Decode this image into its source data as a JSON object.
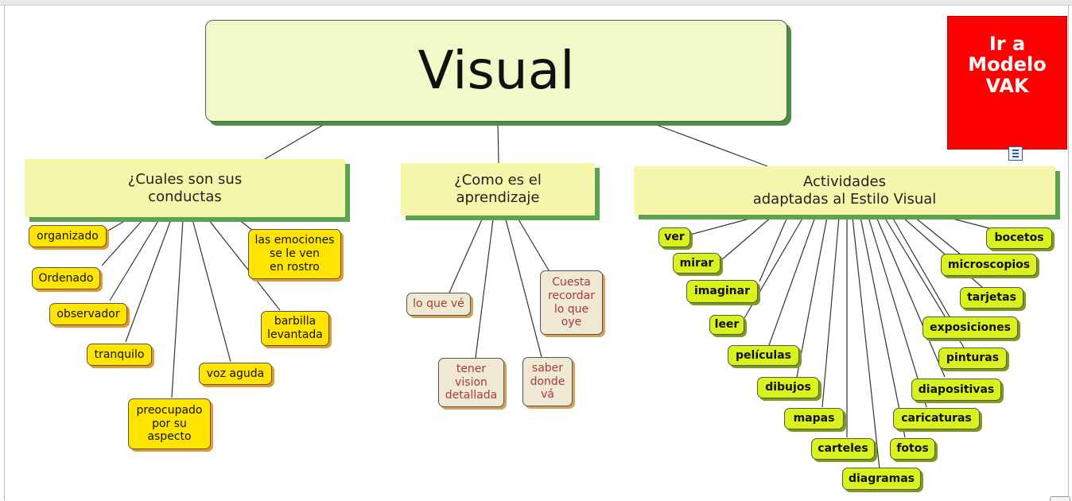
{
  "title": "Visual",
  "link_button": {
    "line1": "Ir a",
    "line2": "Modelo",
    "line3": "VAK"
  },
  "categories": {
    "conductas": {
      "line1": "¿Cuales son sus",
      "line2": "conductas"
    },
    "aprendizaje": {
      "line1": "¿Como es el",
      "line2": "aprendizaje"
    },
    "actividades": {
      "line1": "Actividades",
      "line2": "adaptadas al Estilo Visual"
    }
  },
  "conductas_items": {
    "organizado": "organizado",
    "ordenado": "Ordenado",
    "observador": "observador",
    "tranquilo": "tranquilo",
    "preocupado": [
      "preocupado",
      "por su",
      "aspecto"
    ],
    "voz_aguda": "voz aguda",
    "barbilla": [
      "barbilla",
      "levantada"
    ],
    "emociones": [
      "las emociones",
      "se le ven",
      "en rostro"
    ]
  },
  "aprendizaje_items": {
    "lo_que_ve": "lo que vé",
    "tener_vision": [
      "tener",
      "vision",
      "detallada"
    ],
    "saber_donde": [
      "saber",
      "donde",
      "vá"
    ],
    "cuesta_recordar": [
      "Cuesta",
      "recordar",
      "lo que",
      "oye"
    ]
  },
  "actividades_items": {
    "ver": "ver",
    "mirar": "mirar",
    "imaginar": "imaginar",
    "leer": "leer",
    "peliculas": "películas",
    "dibujos": "dibujos",
    "mapas": "mapas",
    "carteles": "carteles",
    "diagramas": "diagramas",
    "fotos": "fotos",
    "caricaturas": "caricaturas",
    "diapositivas": "diapositivas",
    "pinturas": "pinturas",
    "exposiciones": "exposiciones",
    "tarjetas": "tarjetas",
    "microscopios": "microscopios",
    "bocetos": "bocetos"
  },
  "colors": {
    "root_fill": "#f2f8c8",
    "category_fill": "#f7f7ac",
    "conducta_fill": "#ffe400",
    "aprendizaje_fill": "#efe9d4",
    "actividad_fill": "#d9f21b",
    "link_button": "#ff0000"
  }
}
